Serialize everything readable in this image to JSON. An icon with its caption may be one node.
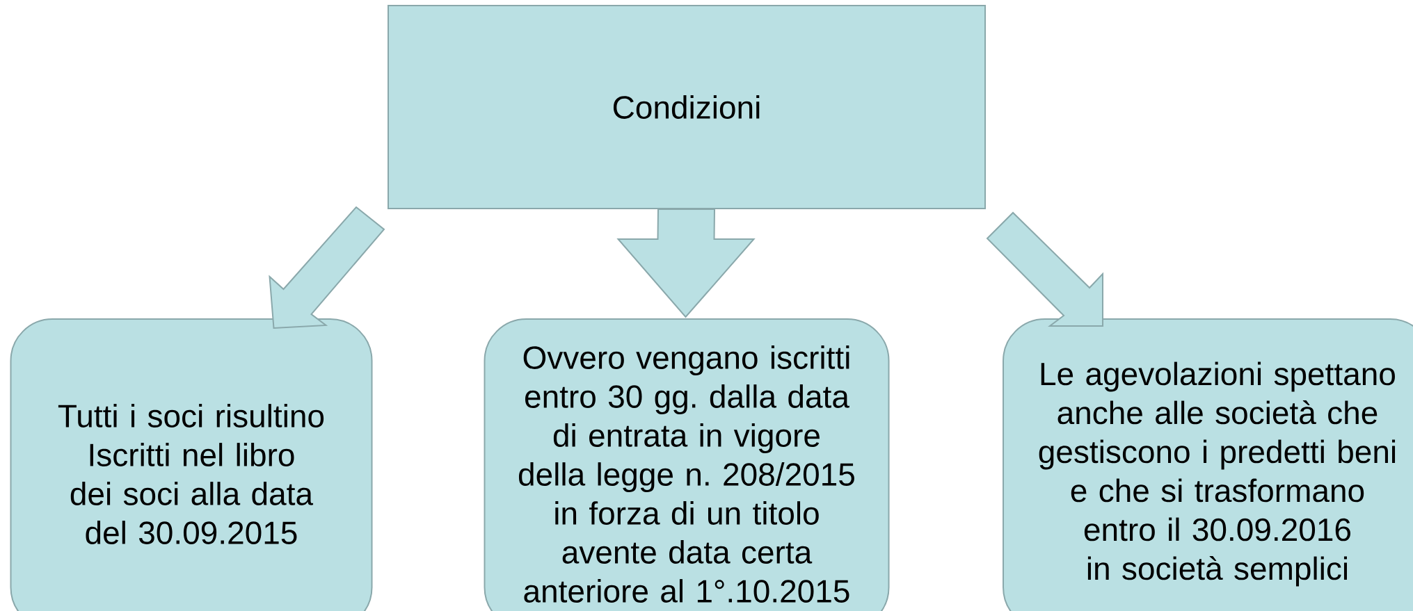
{
  "diagram": {
    "nodes": [
      {
        "text": [
          "Condizioni"
        ]
      },
      {
        "text": [
          "Tutti i soci risultino Iscritti nel libro dei soci alla data del 30.09.2015"
        ]
      },
      {
        "text": [
          "Ovvero vengano iscritti entro 30 gg. dalla data di entrata in vigore della legge n. 208/2015 in forza di un titolo avente data certa anteriore al 1°.10.2015"
        ]
      },
      {
        "text": [
          "Le agevolazioni spettano anche alle società che gestiscono i predetti beni e che si trasformano entro il 30.09.2016 in società semplici"
        ]
      }
    ],
    "edges": [
      {
        "from": 0,
        "to": 1,
        "arrow": "to"
      },
      {
        "from": 0,
        "to": 2,
        "arrow": "to"
      },
      {
        "from": 0,
        "to": 3,
        "arrow": "to"
      }
    ]
  }
}
